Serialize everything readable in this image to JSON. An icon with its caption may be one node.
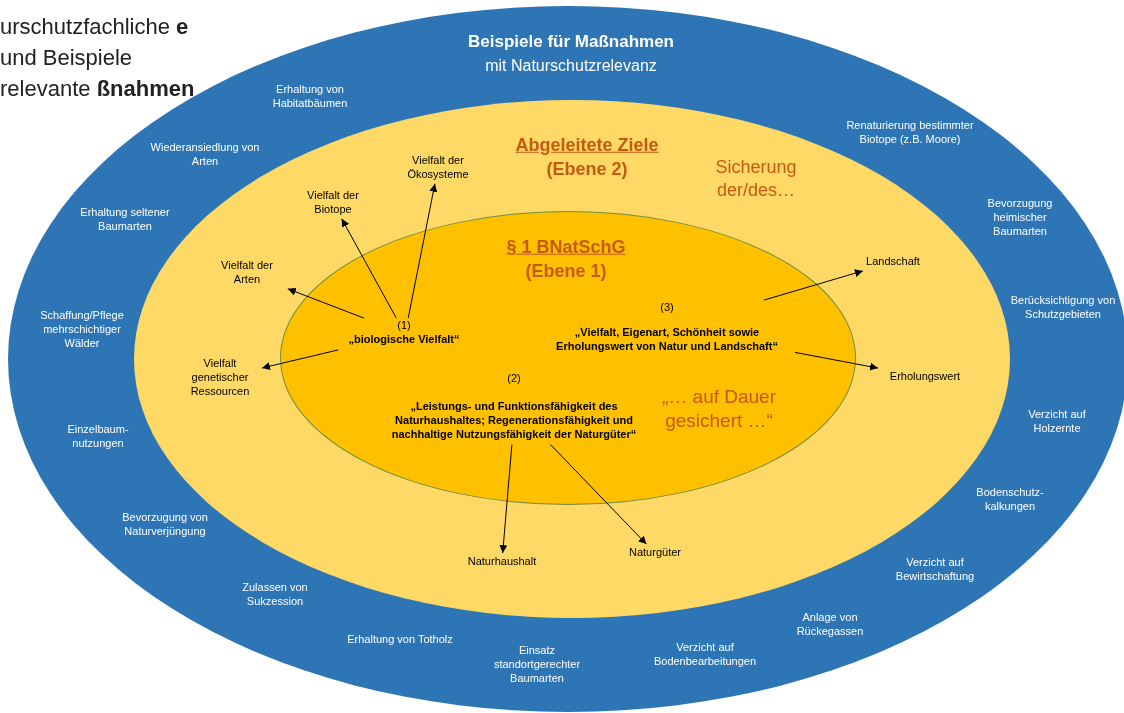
{
  "diagram": {
    "title": "urschutzfachliche **e** und Beispiele relevante **ßnahmen**",
    "nodes": [
      {
        "text": [
          "Beispiele für Maßnahmen",
          "mit Naturschutzrelevanz"
        ]
      },
      {
        "text": [
          "Abgeleitete Ziele",
          "(Ebene 2)",
          "Sicherung der/des…"
        ],
        "in": 0
      },
      {
        "text": [
          "§ 1 BNatSchG",
          "(Ebene 1)",
          "„… auf Dauer gesichert …“"
        ],
        "in": 1
      },
      {
        "text": [
          "(1)",
          "„biologische Vielfalt“"
        ],
        "in": 2
      },
      {
        "text": [
          "(2)",
          "„Leistungs- und Funktionsfähigkeit des Naturhaushaltes; Regenerationsfähigkeit und nachhaltige Nutzungsfähigkeit der Naturgüter“"
        ],
        "in": 2
      },
      {
        "text": [
          "(3)",
          "„Vielfalt, Eigenart, Schönheit sowie Erholungswert von Natur und Landschaft“"
        ],
        "in": 2
      },
      {
        "text": [
          "Vielfalt der Arten"
        ],
        "in": 1
      },
      {
        "text": [
          "Vielfalt der Biotope"
        ],
        "in": 1
      },
      {
        "text": [
          "Vielfalt der Ökosysteme"
        ],
        "in": 1
      },
      {
        "text": [
          "Vielfalt genetischer Ressourcen"
        ],
        "in": 1
      },
      {
        "text": [
          "Landschaft"
        ],
        "in": 1
      },
      {
        "text": [
          "Erholungswert"
        ],
        "in": 1
      },
      {
        "text": [
          "Naturhaushalt"
        ],
        "in": 1
      },
      {
        "text": [
          "Naturgüter"
        ],
        "in": 1
      }
    ],
    "edges": [
      {
        "from": 3,
        "to": 6,
        "arrow": "to"
      },
      {
        "from": 3,
        "to": 7,
        "arrow": "to"
      },
      {
        "from": 3,
        "to": 8,
        "arrow": "to"
      },
      {
        "from": 3,
        "to": 9,
        "arrow": "to"
      },
      {
        "from": 5,
        "to": 10,
        "arrow": "to"
      },
      {
        "from": 5,
        "to": 11,
        "arrow": "to"
      },
      {
        "from": 4,
        "to": 12,
        "arrow": "to"
      },
      {
        "from": 4,
        "to": 13,
        "arrow": "to"
      }
    ],
    "labels": [
      "Erhaltung von Habitatbäumen",
      "Wiederansiedlung von Arten",
      "Erhaltung seltener Baumarten",
      "Schaffung/Pflege mehrschichtiger Wälder",
      "Einzelbaum- nutzungen",
      "Bevorzugung von Naturverjüngung",
      "Zulassen von Sukzession",
      "Erhaltung von Totholz",
      "Einsatz standortgerechter Baumarten",
      "Verzicht auf Bodenbearbeitungen",
      "Anlage von Rückegassen",
      "Verzicht auf Bewirtschaftung",
      "Bodenschutz- kalkungen",
      "Verzicht auf Holzernte",
      "Berücksichtigung von Schutzgebieten",
      "Bevorzugung heimischer Baumarten",
      "Renaturierung bestimmter Biotope (z.B. Moore)"
    ]
  }
}
